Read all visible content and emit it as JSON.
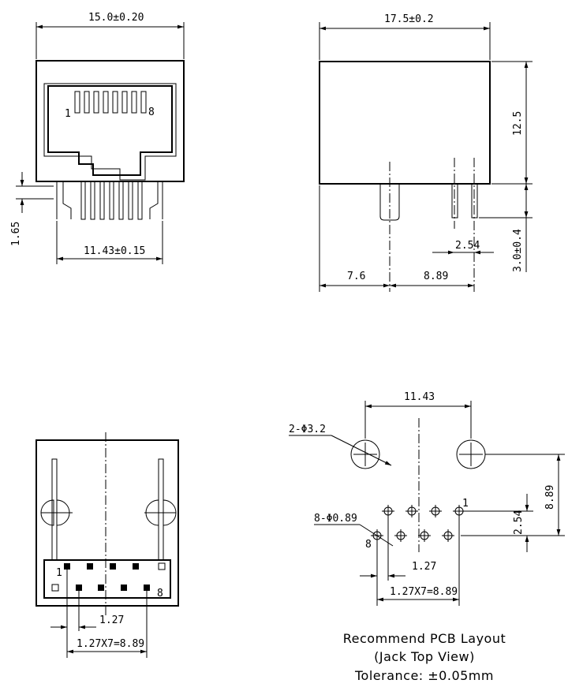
{
  "views": {
    "front": {
      "width_dim": "15.0±0.20",
      "pin_span_dim": "11.43±0.15",
      "standoff_dim": "1.65",
      "pin_first": "1",
      "pin_last": "8"
    },
    "side": {
      "depth_dim": "17.5±0.2",
      "height_dim": "12.5",
      "pin_length_dim": "3.0±0.4",
      "pin_pitch_dim": "2.54",
      "offset_dim": "7.6",
      "row_span_dim": "8.89"
    },
    "bottom": {
      "pitch_dim": "1.27",
      "total_pitch_dim": "1.27X7=8.89",
      "pin_first": "1",
      "pin_last": "8"
    },
    "pcb": {
      "hole_span_dim": "11.43",
      "mount_hole_label": "2-Φ3.2",
      "pin_hole_label": "8-Φ0.89",
      "vertical_offset_dim": "8.89",
      "row_offset_dim": "2.54",
      "pitch_dim": "1.27",
      "total_pitch_dim": "1.27X7=8.89",
      "pin_first": "1",
      "pin_last": "8",
      "caption_line1": "Recommend PCB Layout",
      "caption_line2": "(Jack Top View)",
      "caption_line3": "Tolerance: ±0.05mm"
    }
  }
}
